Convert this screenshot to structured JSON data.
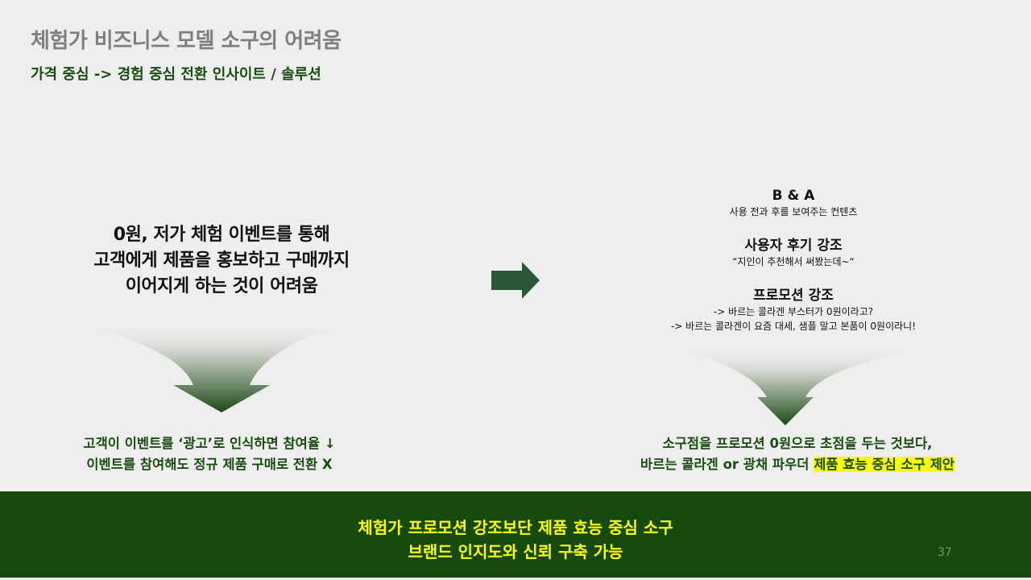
{
  "header": {
    "title": "체험가 비즈니스 모델 소구의 어려움",
    "subtitle": "가격 중심 -> 경험 중심 전환 인사이트 / 솔루션"
  },
  "left": {
    "main_lines": [
      "0원, 저가 체험 이벤트를 통해",
      "고객에게 제품을 홍보하고 구매까지",
      "이어지게 하는 것이 어려움"
    ],
    "result_lines": [
      "고객이 이벤트를 ‘광고’로 인식하면 참여율 ↓",
      "이벤트를 참여해도 정규 제품 구매로 전환 X"
    ]
  },
  "right": {
    "items": [
      {
        "heading": "B & A",
        "lines": [
          "사용 전과 후를 보여주는 컨텐츠"
        ]
      },
      {
        "heading": "사용자 후기 강조",
        "lines": [
          "“지인이 추천해서 써봤는데~“"
        ]
      },
      {
        "heading": "프로모션 강조",
        "lines": [
          "-> 바르는 콜라겐 부스터가 0원이라고?",
          "-> 바르는 콜라겐이 요즘 대세, 샘플 말고 본품이 0원이라니!"
        ]
      }
    ],
    "result_line1": "소구점을 프로모션 0원으로 초점을 두는 것보다,",
    "result_line2_plain": "바르는 콜라겐 or 광채 파우더 ",
    "result_line2_highlight": "제품 효능 중심 소구 제안"
  },
  "conclusion": {
    "lines": [
      "체험가 프로모션 강조보단 제품 효능 중심 소구",
      "브랜드 인지도와 신뢰 구축 가능"
    ]
  },
  "page_number": "37",
  "colors": {
    "accent": "#154a0b",
    "highlight": "#ffff00",
    "title": "#7f7f7f"
  }
}
